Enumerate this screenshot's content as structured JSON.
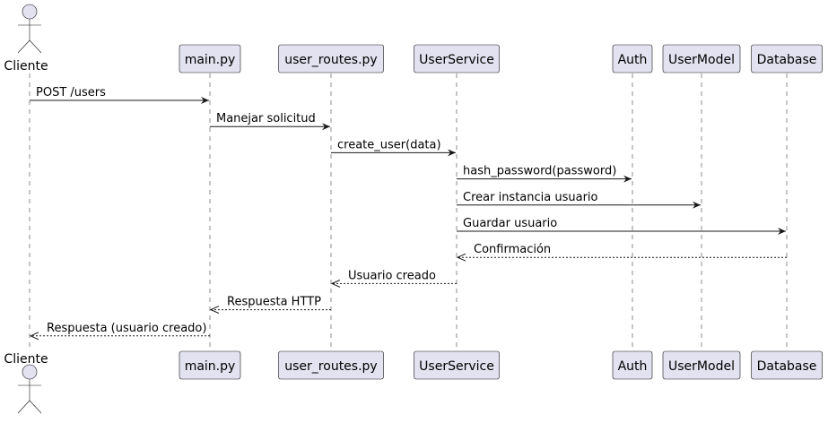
{
  "participants": [
    {
      "id": "cliente",
      "label": "Cliente",
      "kind": "actor"
    },
    {
      "id": "main",
      "label": "main.py",
      "kind": "participant"
    },
    {
      "id": "user_routes",
      "label": "user_routes.py",
      "kind": "participant"
    },
    {
      "id": "user_service",
      "label": "UserService",
      "kind": "participant"
    },
    {
      "id": "auth",
      "label": "Auth",
      "kind": "participant"
    },
    {
      "id": "user_model",
      "label": "UserModel",
      "kind": "participant"
    },
    {
      "id": "database",
      "label": "Database",
      "kind": "participant"
    }
  ],
  "messages": [
    {
      "from": "cliente",
      "to": "main",
      "label": "POST /users",
      "style": "solid"
    },
    {
      "from": "main",
      "to": "user_routes",
      "label": "Manejar solicitud",
      "style": "solid"
    },
    {
      "from": "user_routes",
      "to": "user_service",
      "label": "create_user(data)",
      "style": "solid"
    },
    {
      "from": "user_service",
      "to": "auth",
      "label": "hash_password(password)",
      "style": "solid"
    },
    {
      "from": "user_service",
      "to": "user_model",
      "label": "Crear instancia usuario",
      "style": "solid"
    },
    {
      "from": "user_service",
      "to": "database",
      "label": "Guardar usuario",
      "style": "solid"
    },
    {
      "from": "database",
      "to": "user_service",
      "label": "Confirmación",
      "style": "dashed"
    },
    {
      "from": "user_service",
      "to": "user_routes",
      "label": "Usuario creado",
      "style": "dashed"
    },
    {
      "from": "user_routes",
      "to": "main",
      "label": "Respuesta HTTP",
      "style": "dashed"
    },
    {
      "from": "main",
      "to": "cliente",
      "label": "Respuesta (usuario creado)",
      "style": "dashed"
    }
  ],
  "colors": {
    "participant_fill": "#e2e2f0",
    "stroke": "#181818",
    "background": "#ffffff"
  }
}
